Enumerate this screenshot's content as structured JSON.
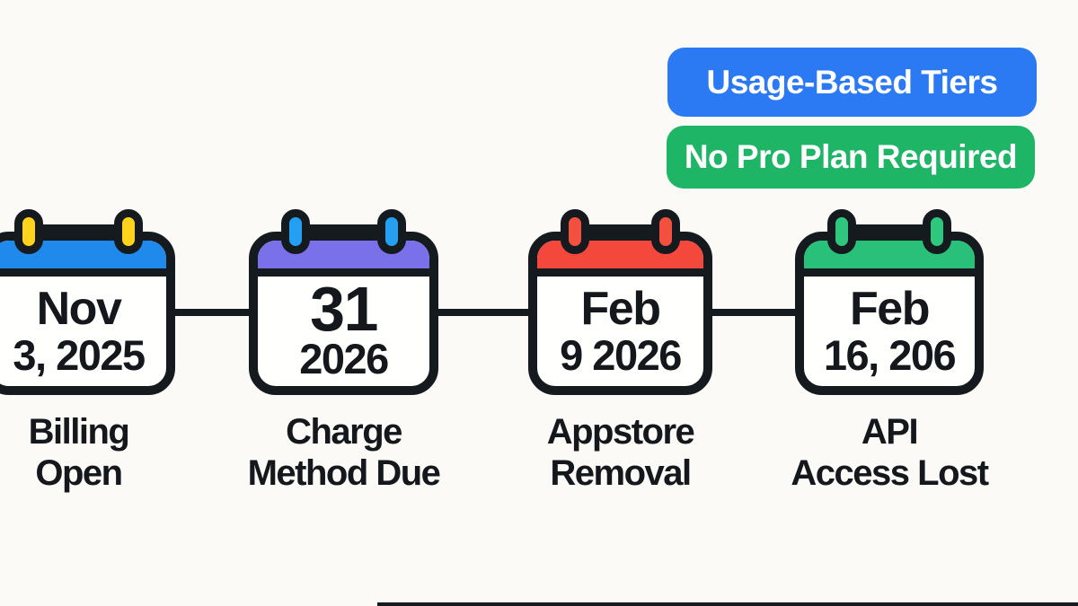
{
  "canvas": {
    "background": "#fbfaf7",
    "ink": "#151a1e"
  },
  "badges": [
    {
      "label": "Usage-Based Tiers",
      "color": "#2b7af3",
      "text_color": "#ffffff"
    },
    {
      "label": "No Pro Plan Required",
      "color": "#1eb567",
      "text_color": "#ffffff"
    }
  ],
  "timeline": {
    "events": [
      {
        "date_line1": "Nov",
        "date_line2": "3, 2025",
        "label_line1": "Billing",
        "label_line2": "Open",
        "header_color": "#2089ec",
        "ring_color": "#ffd31c"
      },
      {
        "date_line1": "31",
        "date_line2": "2026",
        "label_line1": "Charge",
        "label_line2": "Method Due",
        "header_color": "#7a71ea",
        "ring_color": "#24a0f2"
      },
      {
        "date_line1": "Feb",
        "date_line2": "9 2026",
        "label_line1": "Appstore",
        "label_line2": "Removal",
        "header_color": "#f4483c",
        "ring_color": "#f4503f"
      },
      {
        "date_line1": "Feb",
        "date_line2": "16, 206",
        "label_line1": "API",
        "label_line2": "Access Lost",
        "header_color": "#29c179",
        "ring_color": "#2fc77d"
      }
    ]
  }
}
